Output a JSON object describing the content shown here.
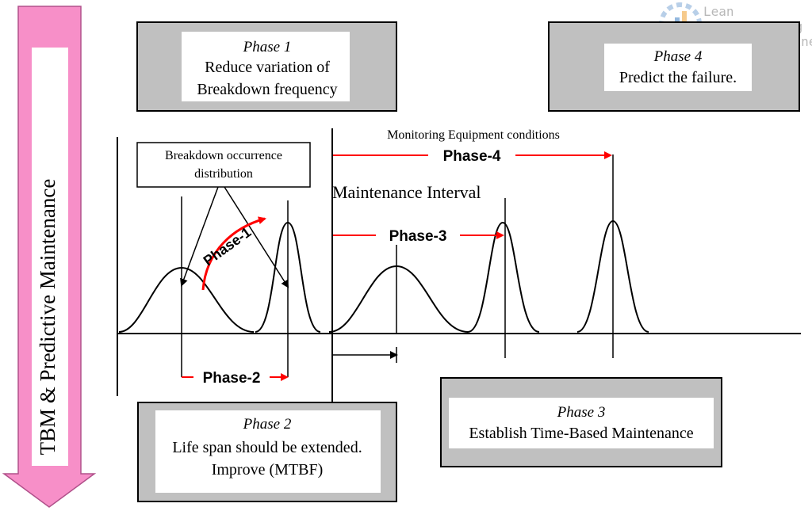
{
  "sidebar": {
    "label": "TBM & Predictive Maintenance",
    "arrow_color": "#f78fc8"
  },
  "logo": {
    "line1": "Lean",
    "line2": "Manufacturing",
    "line3": ".online"
  },
  "phases": {
    "p1": {
      "title": "Phase 1",
      "line1": "Reduce variation of",
      "line2": "Breakdown frequency"
    },
    "p2": {
      "title": "Phase 2",
      "line1": "Life span should be extended.",
      "line2": "Improve (MTBF)"
    },
    "p3": {
      "title": "Phase 3",
      "line1": "Establish Time-Based Maintenance"
    },
    "p4": {
      "title": "Phase 4",
      "line1": "Predict the failure."
    }
  },
  "labels": {
    "distribution_line1": "Breakdown occurrence",
    "distribution_line2": "distribution",
    "monitoring": "Monitoring Equipment conditions",
    "interval": "Maintenance Interval",
    "arrow_phase1": "Phase-1",
    "arrow_phase2": "Phase-2",
    "arrow_phase3": "Phase-3",
    "arrow_phase4": "Phase-4"
  },
  "colors": {
    "box_fill": "#c0c0c0",
    "arrow_red": "#ff0000",
    "line": "#000000"
  }
}
